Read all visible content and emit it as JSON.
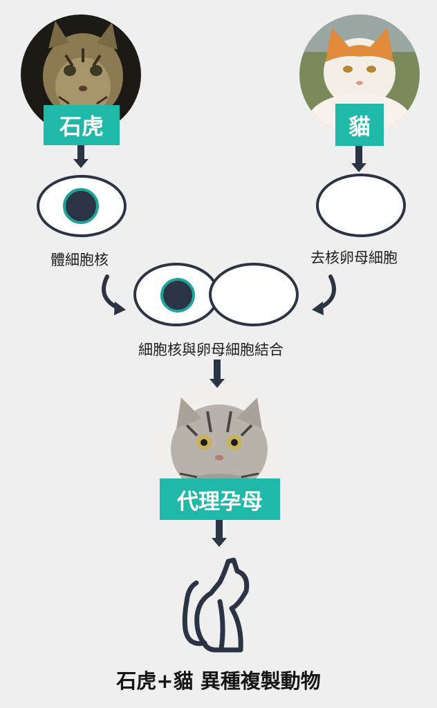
{
  "source_cats": {
    "left": {
      "name": "石虎",
      "photo": "leopard-cat-photo"
    },
    "right": {
      "name": "貓",
      "photo": "domestic-cat-photo"
    }
  },
  "cells": {
    "somatic_nucleus_label": "體細胞核",
    "enucleated_egg_label": "去核卵母細胞",
    "fusion_label": "細胞核與卵母細胞結合"
  },
  "surrogate": {
    "name": "代理孕母",
    "photo": "tabby-cat-photo"
  },
  "result_title": "石虎+貓 異種複製動物",
  "colors": {
    "accent": "#1fb8a9",
    "dark": "#2b3445",
    "nucleus_ring": "#1fa39a",
    "background": "#efefef"
  },
  "icons": {
    "arrow": "arrow-down-icon",
    "curved_arrow": "curved-arrow-icon",
    "cat": "cat-outline-icon"
  }
}
